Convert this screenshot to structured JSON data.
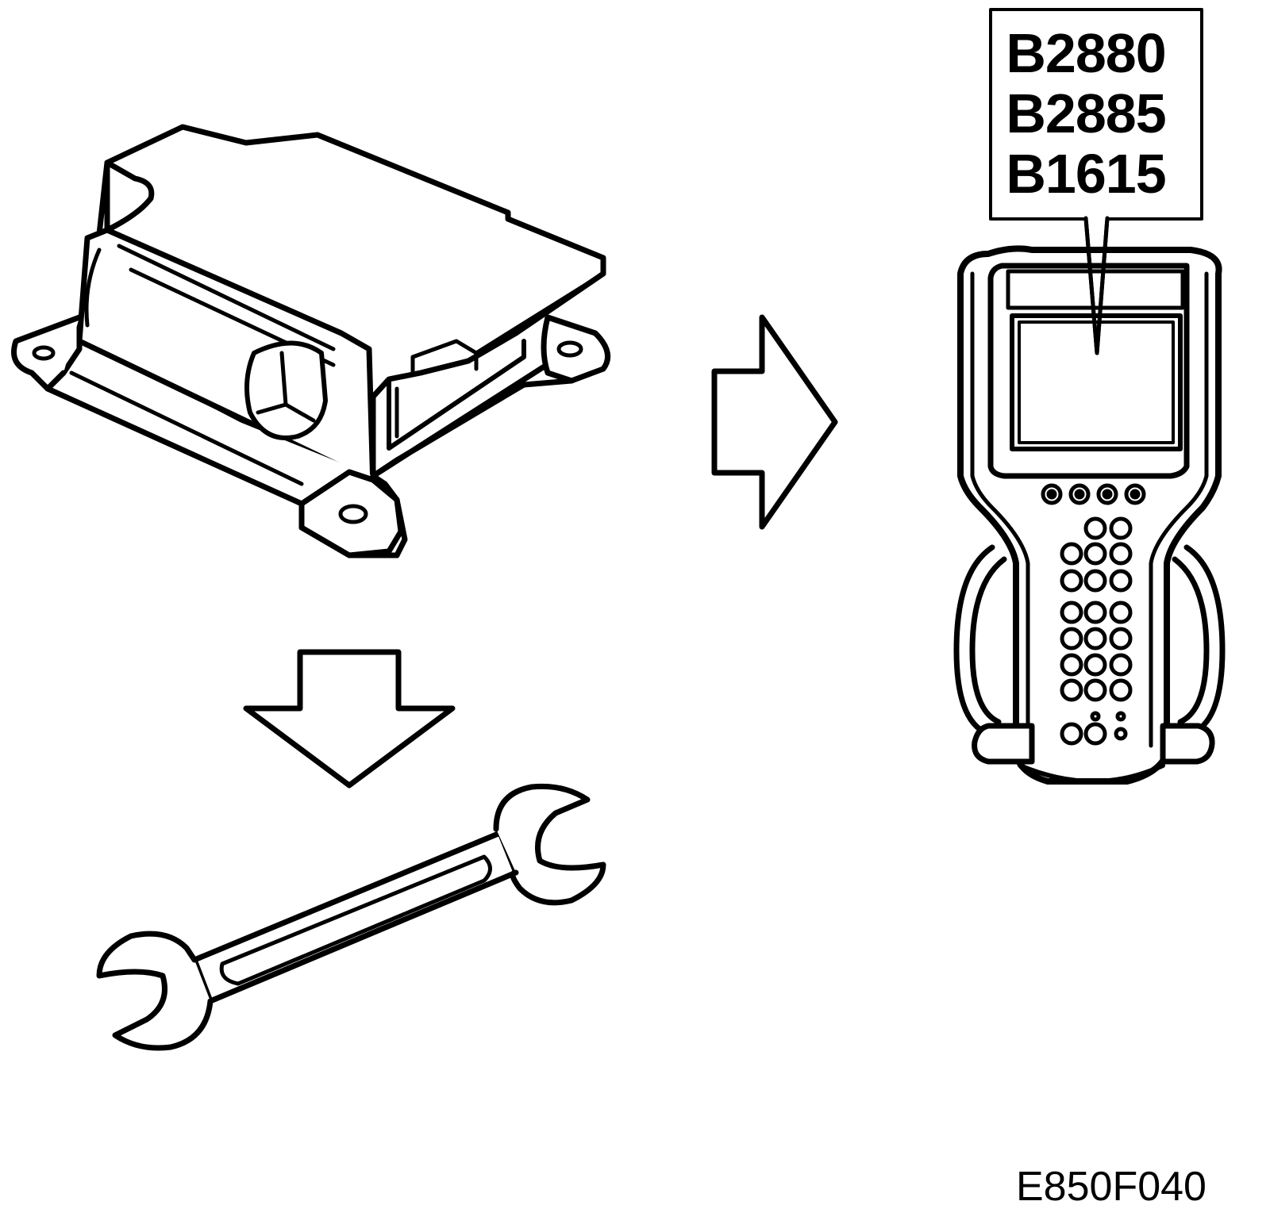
{
  "callout": {
    "codes": [
      "B2880",
      "B2885",
      "B1615"
    ]
  },
  "figure_id": "E850F040",
  "icons": {
    "module": "airbag-control-module-icon",
    "scan_tool": "scan-tool-icon",
    "wrench": "wrench-icon",
    "arrow_right": "arrow-right-icon",
    "arrow_down": "arrow-down-icon"
  },
  "colors": {
    "line": "#000000",
    "background": "#ffffff"
  }
}
